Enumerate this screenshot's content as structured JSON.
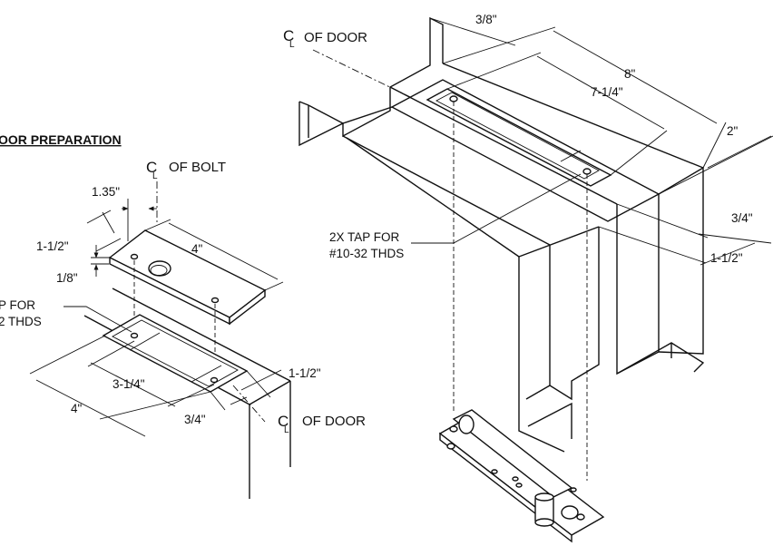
{
  "left_view": {
    "title": "OOR PREPARATION",
    "cl_bolt": {
      "letter_c": "C",
      "letter_l": "L",
      "text": "OF BOLT"
    },
    "cl_door": {
      "letter_c": "C",
      "letter_l": "L",
      "text": "OF DOOR"
    },
    "dims": {
      "d_1_35": "1.35\"",
      "d_1_1_2_top": "1-1/2\"",
      "d_4_top": "4\"",
      "d_1_8": "1/8\"",
      "d_3_1_4": "3-1/4\"",
      "d_4_bottom": "4\"",
      "d_3_4": "3/4\"",
      "d_1_1_2_bottom": "1-1/2\""
    },
    "tap_note": {
      "line1": "P FOR",
      "line2": "2 THDS"
    }
  },
  "right_view": {
    "cl_door": {
      "letter_c": "C",
      "letter_l": "L",
      "text": "OF DOOR"
    },
    "dims": {
      "d_3_8": "3/8\"",
      "d_8": "8\"",
      "d_7_1_4": "7-1/4\"",
      "d_2": "2\"",
      "d_3_4": "3/4\"",
      "d_1_1_2": "1-1/2\""
    },
    "tap_note": {
      "line1": "2X TAP FOR",
      "line2": "#10-32 THDS"
    }
  }
}
